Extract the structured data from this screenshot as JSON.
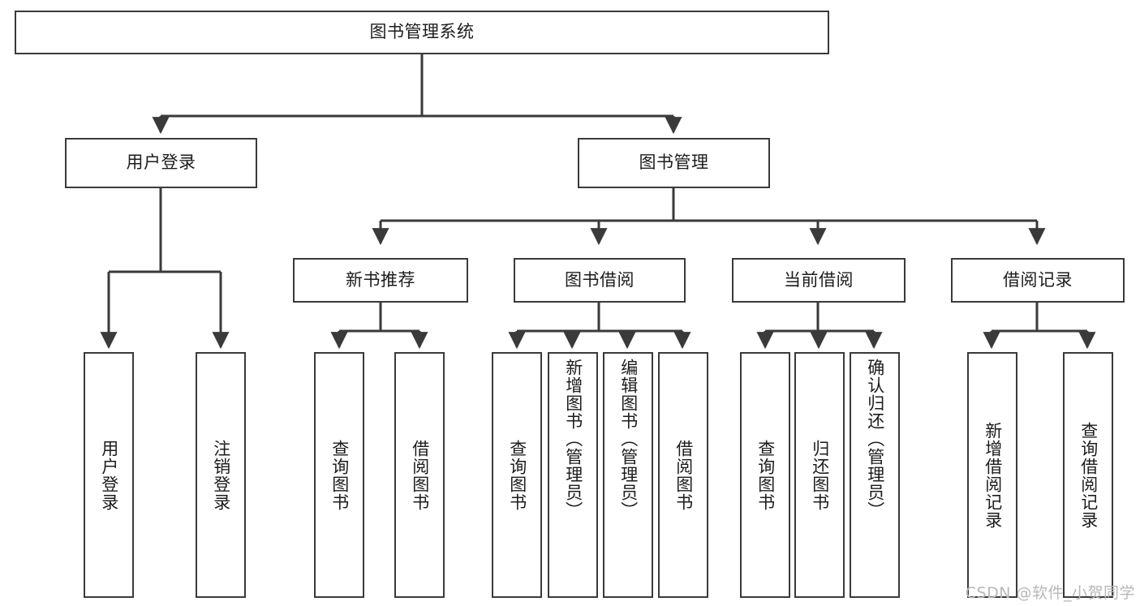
{
  "diagram": {
    "title": "图书管理系统",
    "type": "hierarchy-tree",
    "watermark": "CSDN @软件_小贺同学",
    "colors": {
      "box_border": "#3a3a3a",
      "box_fill": "#ffffff",
      "edge": "#3a3a3a",
      "text": "#1c1c1c",
      "watermark": "#b8b8b8"
    },
    "levels": {
      "level1": [
        {
          "id": "root",
          "label": "图书管理系统"
        }
      ],
      "level2": [
        {
          "id": "user-login",
          "label": "用户登录"
        },
        {
          "id": "book-management",
          "label": "图书管理"
        }
      ],
      "level3": [
        {
          "id": "new-book-recommend",
          "label": "新书推荐"
        },
        {
          "id": "book-borrow",
          "label": "图书借阅"
        },
        {
          "id": "current-borrow",
          "label": "当前借阅"
        },
        {
          "id": "borrow-record",
          "label": "借阅记录"
        }
      ],
      "level4": [
        {
          "id": "leaf-user-login",
          "label": "用户登录",
          "parent": "user-login"
        },
        {
          "id": "leaf-logout",
          "label": "注销登录",
          "parent": "user-login"
        },
        {
          "id": "leaf-query-book-1",
          "label": "查询图书",
          "parent": "new-book-recommend"
        },
        {
          "id": "leaf-borrow-book-1",
          "label": "借阅图书",
          "parent": "new-book-recommend"
        },
        {
          "id": "leaf-query-book-2",
          "label": "查询图书",
          "parent": "book-borrow"
        },
        {
          "id": "leaf-add-book",
          "label": "新增图书（管理员）",
          "parent": "book-borrow"
        },
        {
          "id": "leaf-edit-book",
          "label": "编辑图书（管理员）",
          "parent": "book-borrow"
        },
        {
          "id": "leaf-borrow-book-2",
          "label": "借阅图书",
          "parent": "book-borrow"
        },
        {
          "id": "leaf-query-book-3",
          "label": "查询图书",
          "parent": "current-borrow"
        },
        {
          "id": "leaf-return-book",
          "label": "归还图书",
          "parent": "current-borrow"
        },
        {
          "id": "leaf-confirm-return",
          "label": "确认归还（管理员）",
          "parent": "current-borrow"
        },
        {
          "id": "leaf-add-record",
          "label": "新增借阅记录",
          "parent": "borrow-record"
        },
        {
          "id": "leaf-query-record",
          "label": "查询借阅记录",
          "parent": "borrow-record"
        }
      ]
    }
  }
}
